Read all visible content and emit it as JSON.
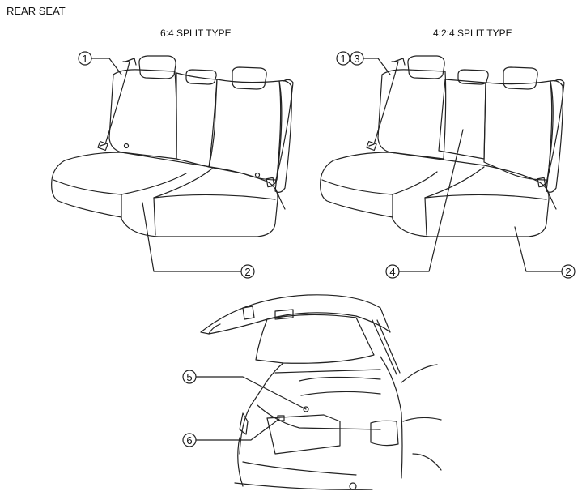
{
  "page": {
    "title": "REAR SEAT"
  },
  "figures": {
    "left": {
      "subtitle": "6:4 SPLIT TYPE"
    },
    "right": {
      "subtitle": "4:2:4 SPLIT TYPE"
    }
  },
  "callouts": {
    "c1": "1",
    "c2": "2",
    "c3": "3",
    "c4": "4",
    "c5": "5",
    "c6": "6"
  }
}
